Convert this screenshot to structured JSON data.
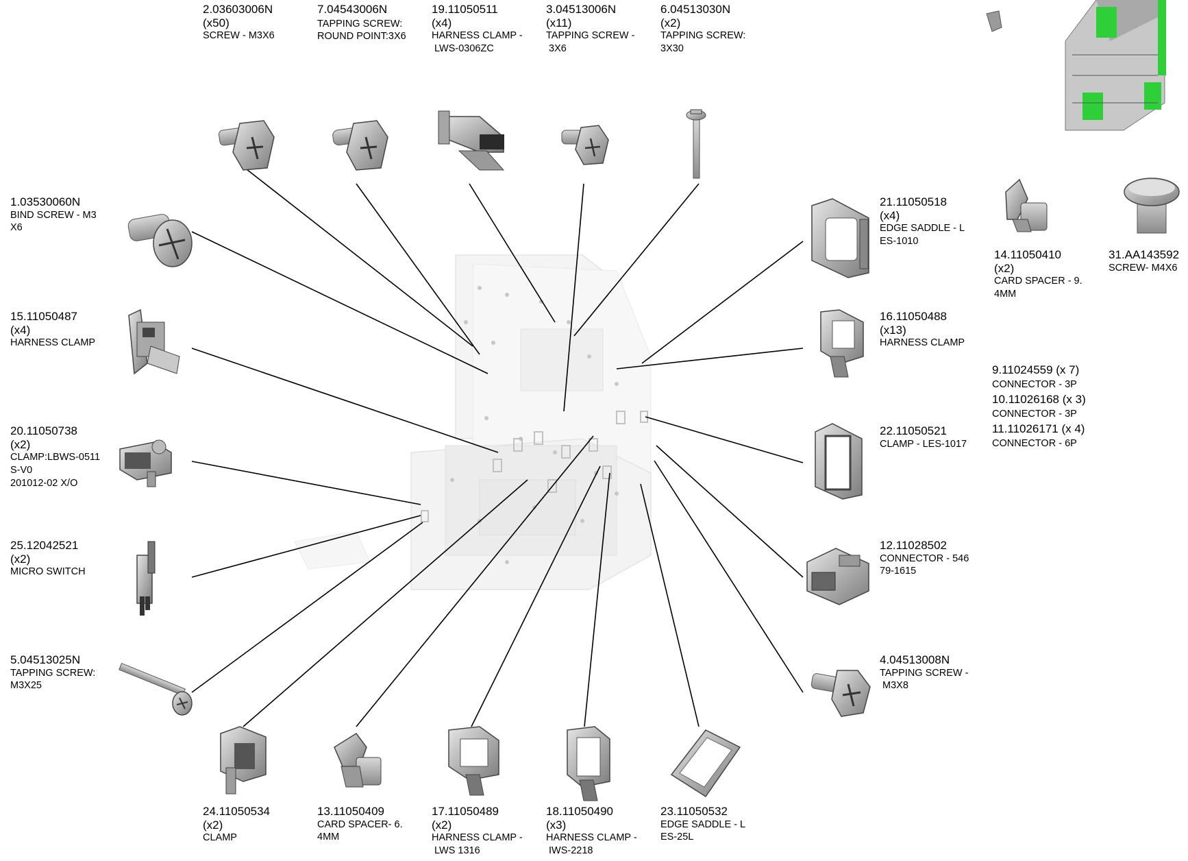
{
  "parts": [
    {
      "key": "p2",
      "number": "2.03603006N",
      "qty": "(x50)",
      "desc": "SCREW - M3X6"
    },
    {
      "key": "p7",
      "number": "7.04543006N",
      "qty": "",
      "desc": "TAPPING SCREW:\nROUND POINT:3X6"
    },
    {
      "key": "p19",
      "number": "19.11050511",
      "qty": "(x4)",
      "desc": "HARNESS CLAMP -\n LWS-0306ZC"
    },
    {
      "key": "p3",
      "number": "3.04513006N",
      "qty": "(x11)",
      "desc": "TAPPING SCREW -\n 3X6"
    },
    {
      "key": "p6",
      "number": "6.04513030N",
      "qty": "(x2)",
      "desc": "TAPPING SCREW:\n3X30"
    },
    {
      "key": "p1",
      "number": "1.03530060N",
      "qty": "",
      "desc": "BIND SCREW - M3\nX6"
    },
    {
      "key": "p15",
      "number": "15.11050487",
      "qty": "(x4)",
      "desc": "HARNESS CLAMP"
    },
    {
      "key": "p20",
      "number": "20.11050738",
      "qty": "(x2)",
      "desc": "CLAMP:LBWS-0511\nS-V0\n201012-02 X/O"
    },
    {
      "key": "p25",
      "number": "25.12042521",
      "qty": "(x2)",
      "desc": "MICRO SWITCH"
    },
    {
      "key": "p5",
      "number": "5.04513025N",
      "qty": "",
      "desc": "TAPPING SCREW:\nM3X25"
    },
    {
      "key": "p24",
      "number": "24.11050534",
      "qty": "(x2)",
      "desc": "CLAMP"
    },
    {
      "key": "p13",
      "number": "13.11050409",
      "qty": "",
      "desc": "CARD SPACER- 6.\n4MM"
    },
    {
      "key": "p17",
      "number": "17.11050489",
      "qty": "(x2)",
      "desc": "HARNESS CLAMP -\n LWS 1316"
    },
    {
      "key": "p18",
      "number": "18.11050490",
      "qty": "(x3)",
      "desc": "HARNESS CLAMP -\n IWS-2218"
    },
    {
      "key": "p23",
      "number": "23.11050532",
      "qty": "",
      "desc": "EDGE SADDLE - L\nES-25L"
    },
    {
      "key": "p21",
      "number": "21.11050518",
      "qty": "(x4)",
      "desc": "EDGE SADDLE - L\nES-1010"
    },
    {
      "key": "p16",
      "number": "16.11050488",
      "qty": "(x13)",
      "desc": "HARNESS CLAMP"
    },
    {
      "key": "p22",
      "number": "22.11050521",
      "qty": "",
      "desc": "CLAMP - LES-1017"
    },
    {
      "key": "p12",
      "number": "12.11028502",
      "qty": "",
      "desc": "CONNECTOR - 546\n79-1615"
    },
    {
      "key": "p4",
      "number": "4.04513008N",
      "qty": "",
      "desc": "TAPPING SCREW -\n M3X8"
    },
    {
      "key": "p14",
      "number": "14.11050410",
      "qty": "(x2)",
      "desc": "CARD SPACER - 9.\n4MM"
    },
    {
      "key": "p31",
      "number": "31.AA143592",
      "qty": "",
      "desc": "SCREW- M4X6"
    }
  ],
  "connectors": [
    {
      "number": "9.11024559 (x 7)",
      "desc": "CONNECTOR - 3P"
    },
    {
      "number": "10.11026168 (x 3)",
      "desc": "CONNECTOR - 3P"
    },
    {
      "number": "11.11026171 (x 4)",
      "desc": "CONNECTOR - 6P"
    }
  ],
  "colors": {
    "leader": "#000000",
    "part_fill": "#b9b9b9",
    "part_shadow": "#8a8a8a",
    "assembly": "#e8e8e8",
    "pcb": "#2fcf3a"
  }
}
